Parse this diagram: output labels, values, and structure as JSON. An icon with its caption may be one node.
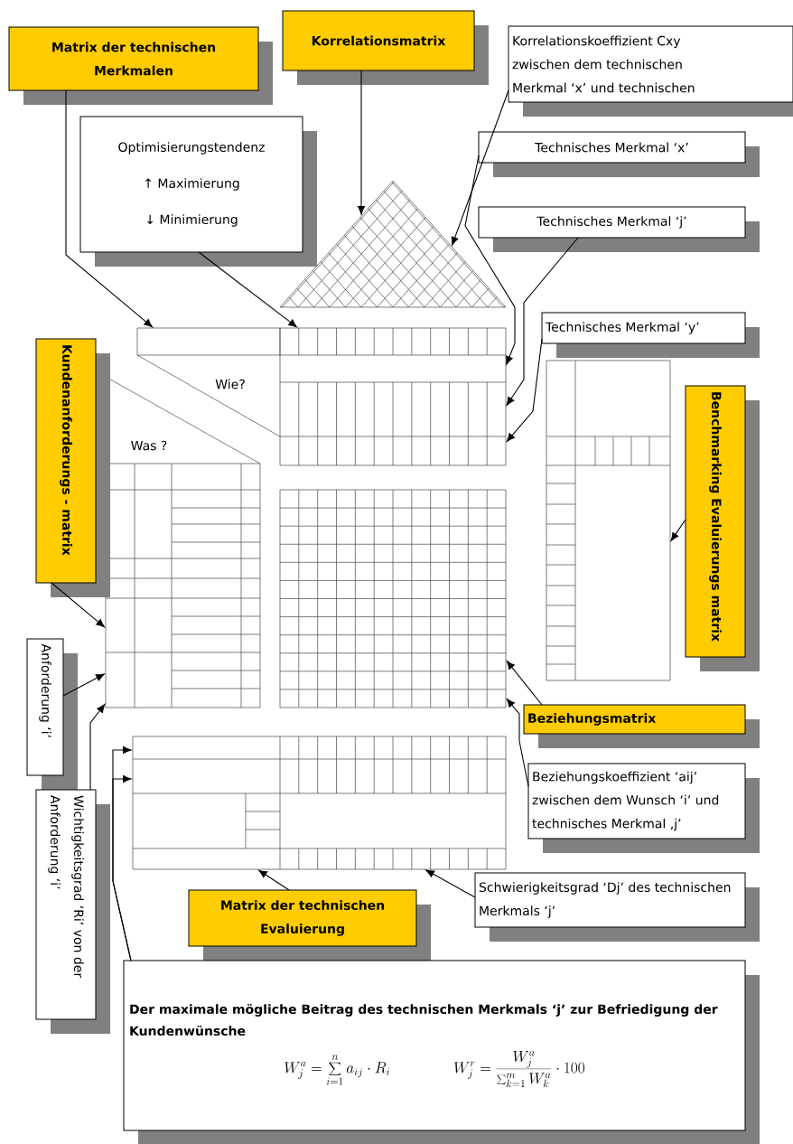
{
  "diagram": {
    "nodes": [
      {
        "text": [
          "Matrix der technischen Merkmalen"
        ]
      },
      {
        "text": [
          "Korrelationsmatrix"
        ]
      },
      {
        "text": [
          "Korrelationskoeffizient Cxy zwischen dem technischen Merkmal ‘x’ und technischen"
        ]
      },
      {
        "text": [
          "Optimisierungstendenz",
          "↑ Maximierung",
          "↓ Minimierung"
        ]
      },
      {
        "text": [
          "Technisches Merkmal ‘x’"
        ]
      },
      {
        "text": [
          "Technisches Merkmal ‘j’"
        ]
      },
      {
        "text": [
          "Technisches Merkmal ‘y’"
        ]
      },
      {
        "text": [
          "Kundenanforderungs - matrix"
        ]
      },
      {
        "text": [
          "Benchmarking Evaluierungs matrix"
        ]
      },
      {
        "text": [
          "Beziehungsmatrix"
        ]
      },
      {
        "text": [
          "Anforderung ‘i’"
        ]
      },
      {
        "text": [
          "Wichtigkeitsgrad ‘Ri’ von der Anforderung ‘i’"
        ]
      },
      {
        "text": [
          "Beziehungskoeffizient ‘aij’ zwischen dem Wunsch ‘i’ und technisches Merkmal ‚j’"
        ]
      },
      {
        "text": [
          "Matrix der technischen Evaluierung"
        ]
      },
      {
        "text": [
          "Schwierigkeitsgrad ‘Dj’ des technischen Merkmals ‘j’"
        ]
      },
      {
        "text": [
          "Der maximale mögliche Beitrag des technischen Merkmals ‘j’ zur Befriedigung der Kundenwünsche",
          "W_j^a = \\sum_{i=1}^{n} a_{ij} \\cdot R_i",
          "W_j^r = \\frac{W_j^a}{\\sum_{k=1}^{m} W_k^a} \\cdot 100"
        ]
      },
      {
        "text": [],
        "shape": "box"
      },
      {
        "text": [],
        "shape": "triangle"
      },
      {
        "text": [],
        "shape": "box"
      },
      {
        "text": [],
        "shape": "box"
      },
      {
        "text": [],
        "shape": "box"
      },
      {
        "text": [],
        "shape": "box"
      },
      {
        "text": [],
        "shape": "box"
      }
    ],
    "edges": [
      {
        "from": 0,
        "to": 16,
        "arrow": "to"
      },
      {
        "from": 1,
        "to": 17,
        "arrow": "to"
      },
      {
        "from": 2,
        "to": 17,
        "arrow": "to"
      },
      {
        "from": 3,
        "to": 18,
        "arrow": "to"
      },
      {
        "from": 4,
        "to": 18,
        "arrow": "to"
      },
      {
        "from": 5,
        "to": 18,
        "arrow": "to"
      },
      {
        "from": 6,
        "to": 18,
        "arrow": "to"
      },
      {
        "from": 7,
        "to": 19,
        "arrow": "to"
      },
      {
        "from": 8,
        "to": 21,
        "arrow": "to"
      },
      {
        "from": 10,
        "to": 19,
        "arrow": "to"
      },
      {
        "from": 11,
        "to": 19,
        "arrow": "to"
      },
      {
        "from": 12,
        "to": 20,
        "arrow": "to"
      },
      {
        "from": 9,
        "to": 20,
        "arrow": "to"
      },
      {
        "from": 13,
        "to": 22,
        "arrow": "to"
      },
      {
        "from": 14,
        "to": 22,
        "arrow": "to"
      },
      {
        "from": 15,
        "to": 22,
        "arrow": "to"
      },
      {
        "from": 15,
        "to": 22,
        "arrow": "to"
      }
    ],
    "labels": [
      "Wie?",
      "Was ?"
    ]
  }
}
